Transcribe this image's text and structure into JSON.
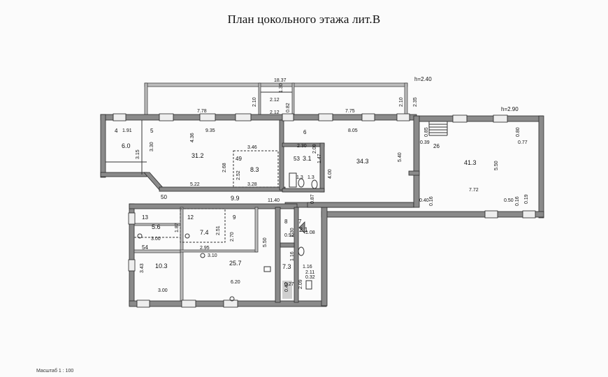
{
  "title": "План цокольного этажа   лит.В",
  "scale": "Масштаб  1 : 100",
  "heights": [
    "h=2.40",
    "h=2.90"
  ],
  "rooms": [
    {
      "num": "4",
      "area": "6.0"
    },
    {
      "num": "5",
      "area": "31.2"
    },
    {
      "num": "49",
      "area": "8.3"
    },
    {
      "num": "53",
      "area": "3.1"
    },
    {
      "num": "6",
      "area": "34.3"
    },
    {
      "num": "26",
      "area": "41.3"
    },
    {
      "num": "50",
      "area": "9.9"
    },
    {
      "num": "13",
      "area": "5.6"
    },
    {
      "num": "12",
      "area": "7.4"
    },
    {
      "num": "9",
      "area": "25.7"
    },
    {
      "num": "54",
      "area": "10.3"
    },
    {
      "num": "8",
      "area": "7.3"
    },
    {
      "num": "7",
      "area": "2.1"
    }
  ],
  "small_areas": [
    "1.3",
    "1.3"
  ],
  "dimensions": [
    "18.37",
    "1.30",
    "2.12",
    "2.10",
    "2.12",
    "0.82",
    "2.10",
    "2.35",
    "7.78",
    "7.75",
    "1.91",
    "9.35",
    "8.05",
    "3.30",
    "4.36",
    "3.15",
    "2.30",
    "2.09",
    "1.47",
    "3.46",
    "2.68",
    "2.52",
    "5.22",
    "3.28",
    "4.00",
    "5.40",
    "0.85",
    "0.39",
    "0.80",
    "0.77",
    "5.50",
    "7.72",
    "0.40",
    "0.16",
    "0.50",
    "0.16",
    "0.19",
    "11.40",
    "0.87",
    "1.87",
    "3.00",
    "2.51",
    "2.70",
    "2.95",
    "3.10",
    "5.50",
    "0.92",
    "1.30",
    "1.08",
    "3.43",
    "6.20",
    "3.00",
    "1.16",
    "1.16",
    "2.11",
    "0.32",
    "0.27",
    "0.42",
    "2.09"
  ]
}
